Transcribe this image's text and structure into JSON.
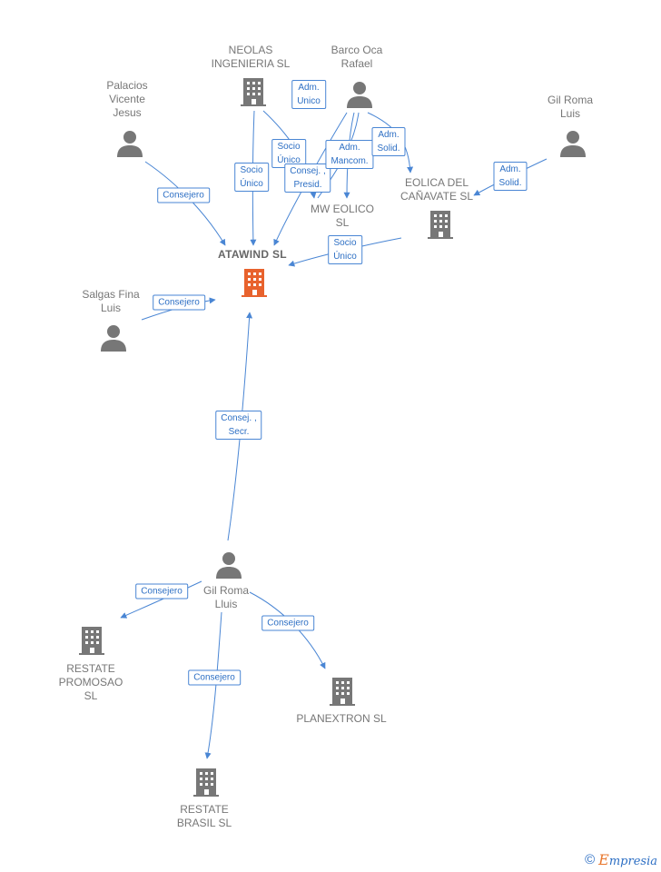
{
  "nodes": {
    "neolas": {
      "label": "NEOLAS\nINGENIERIA SL",
      "kind": "company"
    },
    "barco": {
      "label": "Barco Oca\nRafael",
      "kind": "person"
    },
    "palacios": {
      "label": "Palacios\nVicente\nJesus",
      "kind": "person"
    },
    "gilroma_luis": {
      "label": "Gil Roma\nLuis",
      "kind": "person"
    },
    "eolica": {
      "label": "EOLICA DEL\nCAÑAVATE SL",
      "kind": "company"
    },
    "mweolico": {
      "label": "MW EOLICO\nSL",
      "kind": "company"
    },
    "atawind": {
      "label": "ATAWIND SL",
      "kind": "focus"
    },
    "salgas": {
      "label": "Salgas Fina\nLuis",
      "kind": "person"
    },
    "gilroma_lluis": {
      "label": "Gil Roma\nLluis",
      "kind": "person"
    },
    "restate_promosao": {
      "label": "RESTATE\nPROMOSAO\nSL",
      "kind": "company"
    },
    "planextron": {
      "label": "PLANEXTRON SL",
      "kind": "company"
    },
    "restate_brasil": {
      "label": "RESTATE\nBRASIL SL",
      "kind": "company"
    }
  },
  "edge_labels": {
    "neolas_adm": "Adm.\nUnico",
    "neolas_socio": "Socio\nÚnico",
    "barco_socio": "Socio\nÚnico",
    "barco_consej": "Consej. ,\nPresid.",
    "barco_mancom": "Adm.\nMancom.",
    "barco_solid": "Adm.\nSolid.",
    "gilluis_solid": "Adm.\nSolid.",
    "palacios_consejero": "Consejero",
    "eolica_socio": "Socio\nÚnico",
    "salgas_consejero": "Consejero",
    "lluis_consej_secr": "Consej. ,\nSecr.",
    "lluis_promosao": "Consejero",
    "lluis_planextron": "Consejero",
    "lluis_brasil": "Consejero"
  },
  "footer": {
    "copyright_symbol": "©",
    "brand_first": "E",
    "brand_rest": "mpresia"
  },
  "colors": {
    "edge": "#4a86d4",
    "node_gray": "#777777",
    "focus": "#e8622d"
  }
}
